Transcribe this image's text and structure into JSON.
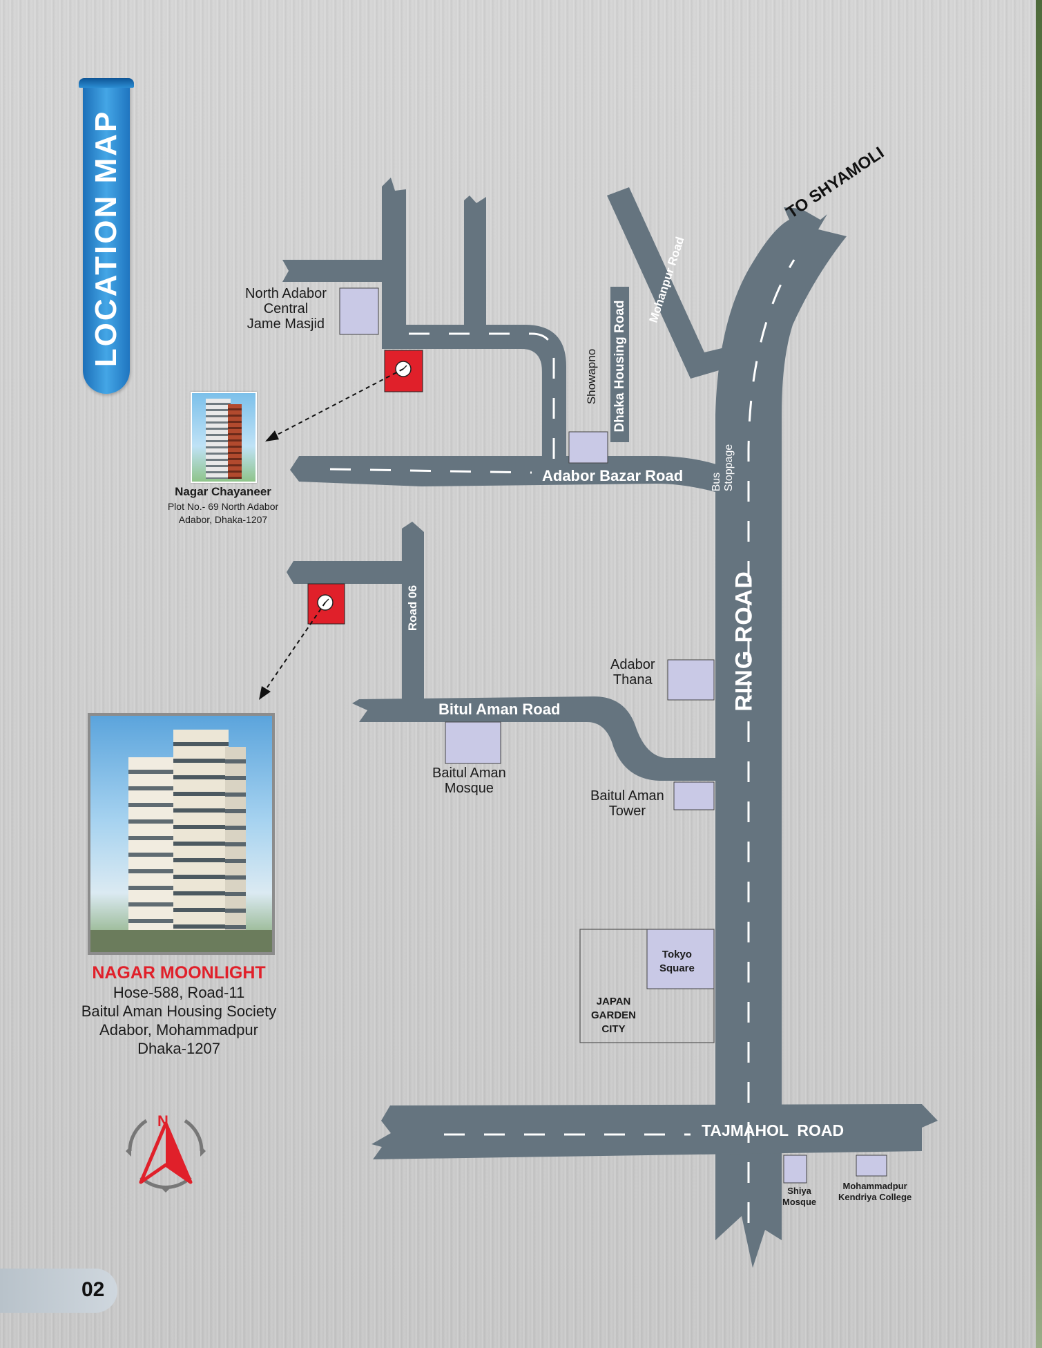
{
  "header": {
    "title": "LOCATION MAP"
  },
  "roads": {
    "adabor_bazar": "Adabor Bazar Road",
    "dhaka_housing": "Dhaka Housing Road",
    "mohanpur": "Mohanpur Road",
    "ring": "RING ROAD",
    "to_shyamoli": "TO SHYAMOLI",
    "road06": "Road 06",
    "bitul_aman": "Bitul Aman Road",
    "tajmahol": "TAJMAHOL  ROAD"
  },
  "landmarks": {
    "north_adabor_l1": "North Adabor",
    "north_adabor_l2": "Central",
    "north_adabor_l3": "Jame Masjid",
    "showapno": "Showapno",
    "bus_l1": "Bus",
    "bus_l2": "Stoppage",
    "adabor_thana_l1": "Adabor",
    "adabor_thana_l2": "Thana",
    "baitul_mosque_l1": "Baitul Aman",
    "baitul_mosque_l2": "Mosque",
    "baitul_tower_l1": "Baitul Aman",
    "baitul_tower_l2": "Tower",
    "tokyo_l1": "Tokyo",
    "tokyo_l2": "Square",
    "japan_l1": "JAPAN",
    "japan_l2": "GARDEN",
    "japan_l3": "CITY",
    "shiya_l1": "Shiya",
    "shiya_l2": "Mosque",
    "college_l1": "Mohammadpur",
    "college_l2": "Kendriya College"
  },
  "project1": {
    "name": "Nagar Chayaneer",
    "line1": "Plot No.- 69 North Adabor",
    "line2": "Adabor, Dhaka-1207"
  },
  "project2": {
    "name": "NAGAR MOONLIGHT",
    "line1": "Hose-588, Road-11",
    "line2": "Baitul Aman Housing Society",
    "line3": "Adabor, Mohammadpur",
    "line4": "Dhaka-1207"
  },
  "compass": {
    "letter": "N"
  },
  "footer": {
    "page_number": "02"
  },
  "colors": {
    "road": "#65747f",
    "marker": "#e0202a",
    "landmark": "#c9c9e6",
    "accent_red": "#e0202a",
    "banner": "#2f8fd8"
  }
}
